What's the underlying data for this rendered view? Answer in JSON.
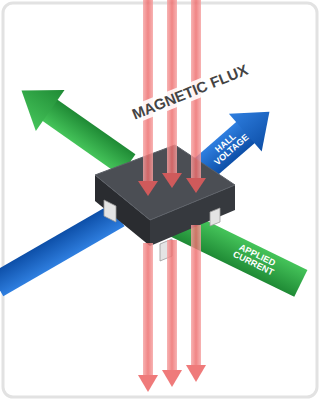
{
  "diagram": {
    "labels": [
      "MAGNETIC FLUX",
      "HALL VOLTAGE",
      "APPLIED CURRENT"
    ]
  }
}
